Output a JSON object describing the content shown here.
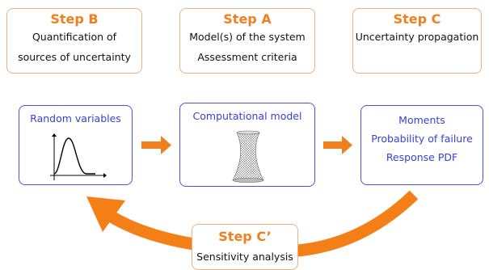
{
  "step_b": {
    "title": "Step B",
    "lines": [
      "Quantification of",
      "sources of uncertainty"
    ]
  },
  "step_a": {
    "title": "Step A",
    "lines": [
      "Model(s) of the system",
      "Assessment criteria"
    ]
  },
  "step_c": {
    "title": "Step C",
    "lines": [
      "Uncertainty propagation"
    ]
  },
  "random_variables": {
    "label": "Random variables"
  },
  "computational_model": {
    "label": "Computational model"
  },
  "outputs": {
    "lines": [
      "Moments",
      "Probability of failure",
      "Response PDF"
    ]
  },
  "step_c_prime": {
    "title": "Step C’",
    "line": "Sensitivity analysis"
  },
  "colors": {
    "accent": "#f07f1e",
    "box_border_orange": "#f0b27a",
    "box_border_blue": "#4a52e0",
    "blue_text": "#3a3fd6"
  }
}
